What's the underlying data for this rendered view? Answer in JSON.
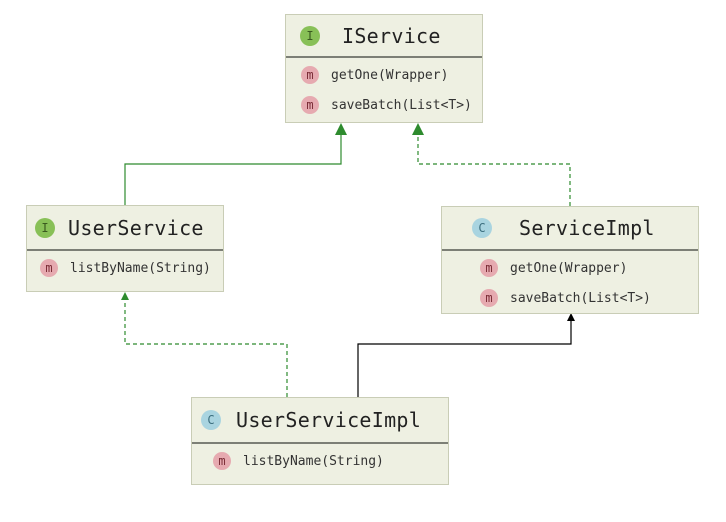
{
  "nodes": {
    "iservice": {
      "title": "IService",
      "kind": "interface",
      "badge": "I",
      "methods": [
        {
          "badge": "m",
          "label": "getOne(Wrapper)"
        },
        {
          "badge": "m",
          "label": "saveBatch(List<T>)"
        }
      ]
    },
    "userservice": {
      "title": "UserService",
      "kind": "interface",
      "badge": "I",
      "methods": [
        {
          "badge": "m",
          "label": "listByName(String)"
        }
      ]
    },
    "serviceimpl": {
      "title": "ServiceImpl",
      "kind": "class",
      "badge": "C",
      "methods": [
        {
          "badge": "m",
          "label": "getOne(Wrapper)"
        },
        {
          "badge": "m",
          "label": "saveBatch(List<T>)"
        }
      ]
    },
    "userserviceimpl": {
      "title": "UserServiceImpl",
      "kind": "class",
      "badge": "C",
      "methods": [
        {
          "badge": "m",
          "label": "listByName(String)"
        }
      ]
    }
  },
  "edges": [
    {
      "from": "userservice",
      "to": "iservice",
      "type": "extends",
      "color": "#2e8b2e"
    },
    {
      "from": "serviceimpl",
      "to": "iservice",
      "type": "implements",
      "color": "#2e8b2e"
    },
    {
      "from": "userserviceimpl",
      "to": "userservice",
      "type": "implements",
      "color": "#2e8b2e"
    },
    {
      "from": "userserviceimpl",
      "to": "serviceimpl",
      "type": "extends",
      "color": "#000000"
    }
  ],
  "colors": {
    "node_fill": "#eef0e2",
    "node_border": "#c9cdb6",
    "interface_badge": "#88c057",
    "class_badge": "#a9d4e0",
    "method_badge": "#e6aab0"
  }
}
